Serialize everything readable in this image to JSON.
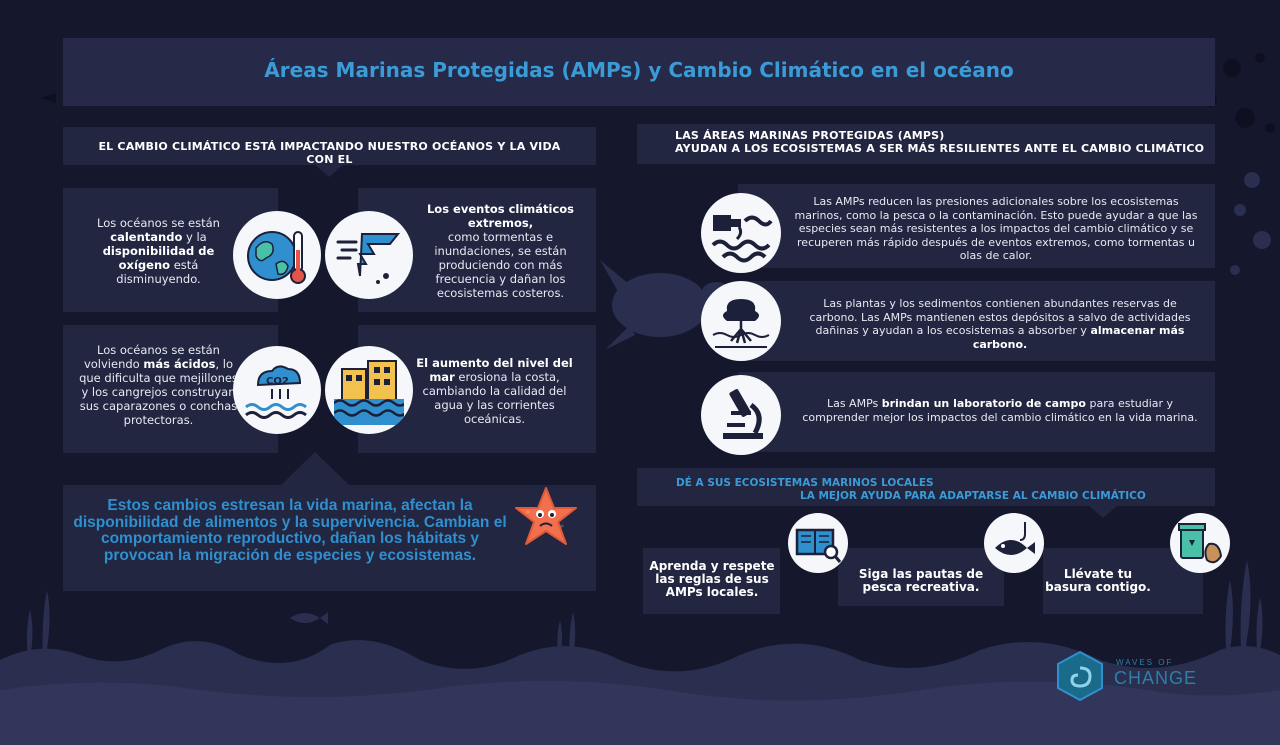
{
  "title": "Áreas Marinas Protegidas (AMPs) y Cambio Climático en el océano",
  "left_section": {
    "heading_line1": "EL CAMBIO CLIMÁTICO ESTÁ IMPACTANDO NUESTRO OCÉANOS Y LA VIDA",
    "heading_line2": "CON EL",
    "card1": {
      "p1": "Los océanos se están",
      "b1": "calentando",
      "p2": " y la",
      "b2": "disponibilidad de oxígeno",
      "p3": " está disminuyendo."
    },
    "card2": {
      "b1": "Los eventos climáticos extremos,",
      "p1": "como tormentas e inundaciones, se están produciendo con más frecuencia y dañan los ecosistemas costeros."
    },
    "card3": {
      "p1": "Los océanos se están volviendo ",
      "b1": "más ácidos",
      "p2": ", lo que dificulta que mejillones y los cangrejos construyan sus caparazones o conchas protectoras."
    },
    "card4": {
      "b1": "El aumento del nivel del mar",
      "p1": " erosiona la costa, cambiando la calidad del agua y las corrientes oceánicas."
    },
    "icons": [
      "warming-earth-icon",
      "tornado-icon",
      "co2-acid-icon",
      "sea-level-icon"
    ],
    "message": "Estos cambios estresan la vida marina, afectan la disponibilidad de alimentos y la supervivencia. Cambian el comportamiento reproductivo, dañan los hábitats y provocan la migración de especies y ecosistemas."
  },
  "right_section": {
    "heading_line1": "LAS ÁREAS MARINAS PROTEGIDAS (AMPS)",
    "heading_line2": "AYUDAN A LOS ECOSISTEMAS A SER MÁS RESILIENTES ANTE EL CAMBIO CLIMÁTICO",
    "item1": "Las AMPs reducen las presiones adicionales sobre los ecosistemas marinos, como la pesca o la contaminación. Esto puede ayudar a que las especies sean más resistentes a los impactos del cambio climático y se recuperen más rápido después de eventos extremos, como tormentas u olas de calor.",
    "item2": {
      "p1": "Las plantas y los sedimentos contienen abundantes reservas de carbono. Las AMPs mantienen estos depósitos a salvo de actividades dañinas y ayudan a los ecosistemas a absorber y ",
      "b1": "almacenar más carbono."
    },
    "item3": {
      "p1": "Las AMPs ",
      "b1": "brindan un laboratorio de campo",
      "p2": " para estudiar y comprender mejor los impactos del cambio climático en la vida marina."
    },
    "help_line1": "DÉ A SUS ECOSISTEMAS MARINOS LOCALES",
    "help_line2": "LA MEJOR AYUDA PARA ADAPTARSE AL CAMBIO CLIMÁTICO",
    "action1": "Aprenda y respete las reglas de sus AMPs locales.",
    "action2": "Siga las pautas de pesca recreativa.",
    "action3": "Llévate tu basura contigo."
  },
  "logo": {
    "line1": "WAVES OF",
    "line2": "CHANGE"
  },
  "colors": {
    "background": "#15172d",
    "panel": "#222641",
    "accent_blue": "#3a9bd6",
    "starfish": "#f2704d"
  }
}
